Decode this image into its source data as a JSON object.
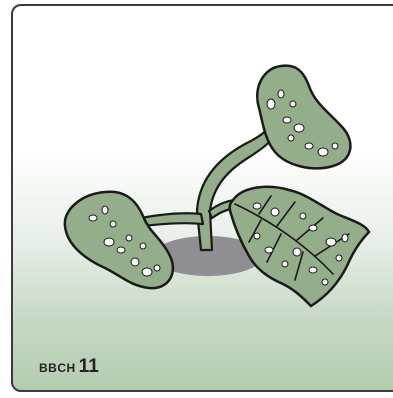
{
  "card": {
    "stage_prefix": "BBCH",
    "stage_number": "11"
  },
  "illustration": {
    "subject": "seedling-with-cotyledons-and-first-true-leaf",
    "colors": {
      "leaf_fill": "#94ad8a",
      "outline": "#1a1a1a",
      "lesion": "#ffffff",
      "shadow": "#8e8e93",
      "background_bottom": "#b3ccb0"
    }
  }
}
